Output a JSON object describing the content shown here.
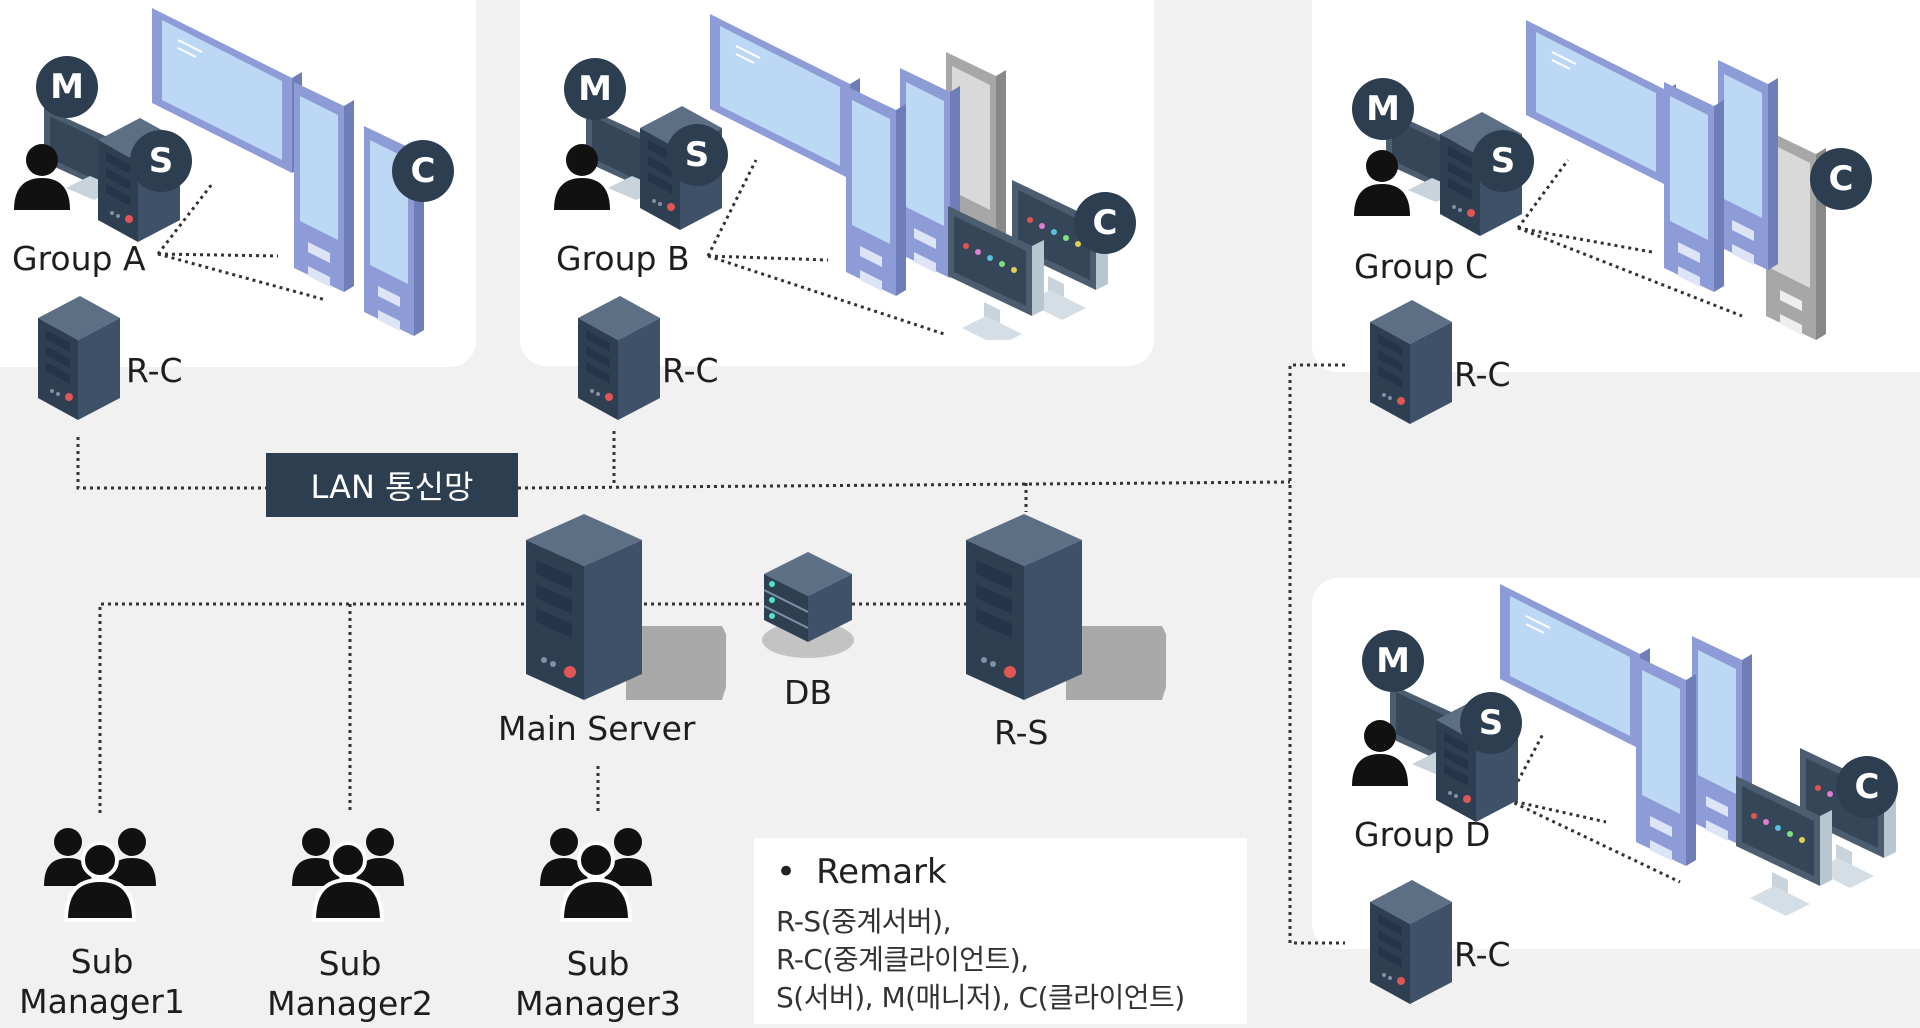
{
  "groups": [
    {
      "label": "Group A",
      "rc": "R-C"
    },
    {
      "label": "Group B",
      "rc": "R-C"
    },
    {
      "label": "Group C",
      "rc": "R-C"
    },
    {
      "label": "Group D",
      "rc": "R-C"
    }
  ],
  "badges": {
    "manager": "M",
    "server": "S",
    "client": "C"
  },
  "network": {
    "label": "LAN 통신망"
  },
  "core": {
    "main_server": "Main Server",
    "db": "DB",
    "relay_server": "R-S"
  },
  "sub_managers": [
    {
      "line1": "Sub",
      "line2": "Manager1"
    },
    {
      "line1": "Sub",
      "line2": "Manager2"
    },
    {
      "line1": "Sub",
      "line2": "Manager3"
    }
  ],
  "remark": {
    "bullet": "•",
    "title": "Remark",
    "lines": [
      "R-S(중계서버),",
      "R-C(중계클라이언트),",
      "S(서버), M(매니저), C(클라이언트)"
    ]
  },
  "colors": {
    "navy": "#2d3e50",
    "screen": "#bcd8f4",
    "bezel": "#8d9bd6",
    "background": "#f1f1f1"
  }
}
